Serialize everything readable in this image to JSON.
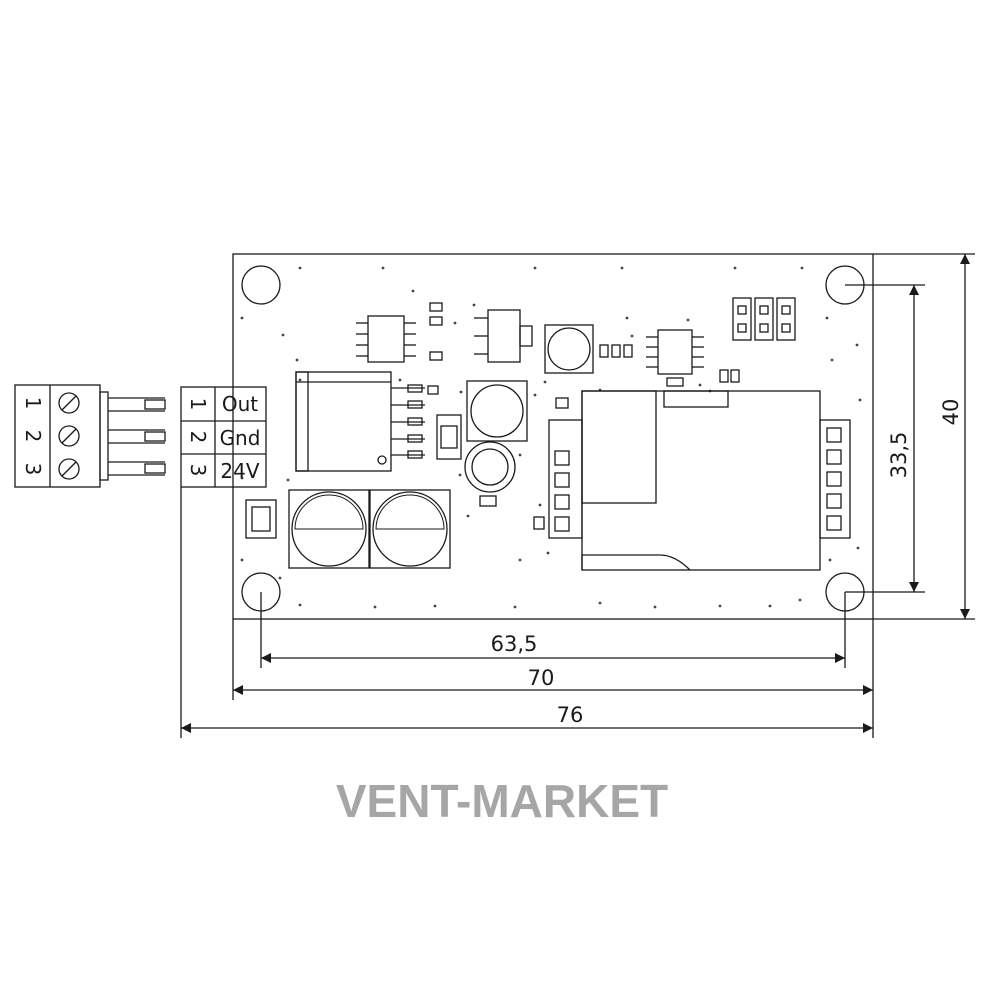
{
  "dimensions": {
    "hole_spacing_horizontal": "63,5",
    "board_width": "70",
    "overall_width": "76",
    "hole_spacing_vertical": "33,5",
    "board_height": "40"
  },
  "plug_pins": [
    "1",
    "2",
    "3"
  ],
  "terminal": {
    "pin_numbers": [
      "1",
      "2",
      "3"
    ],
    "pin_labels": [
      "Out",
      "Gnd",
      "24V"
    ]
  },
  "watermark": "VENT-MARKET"
}
